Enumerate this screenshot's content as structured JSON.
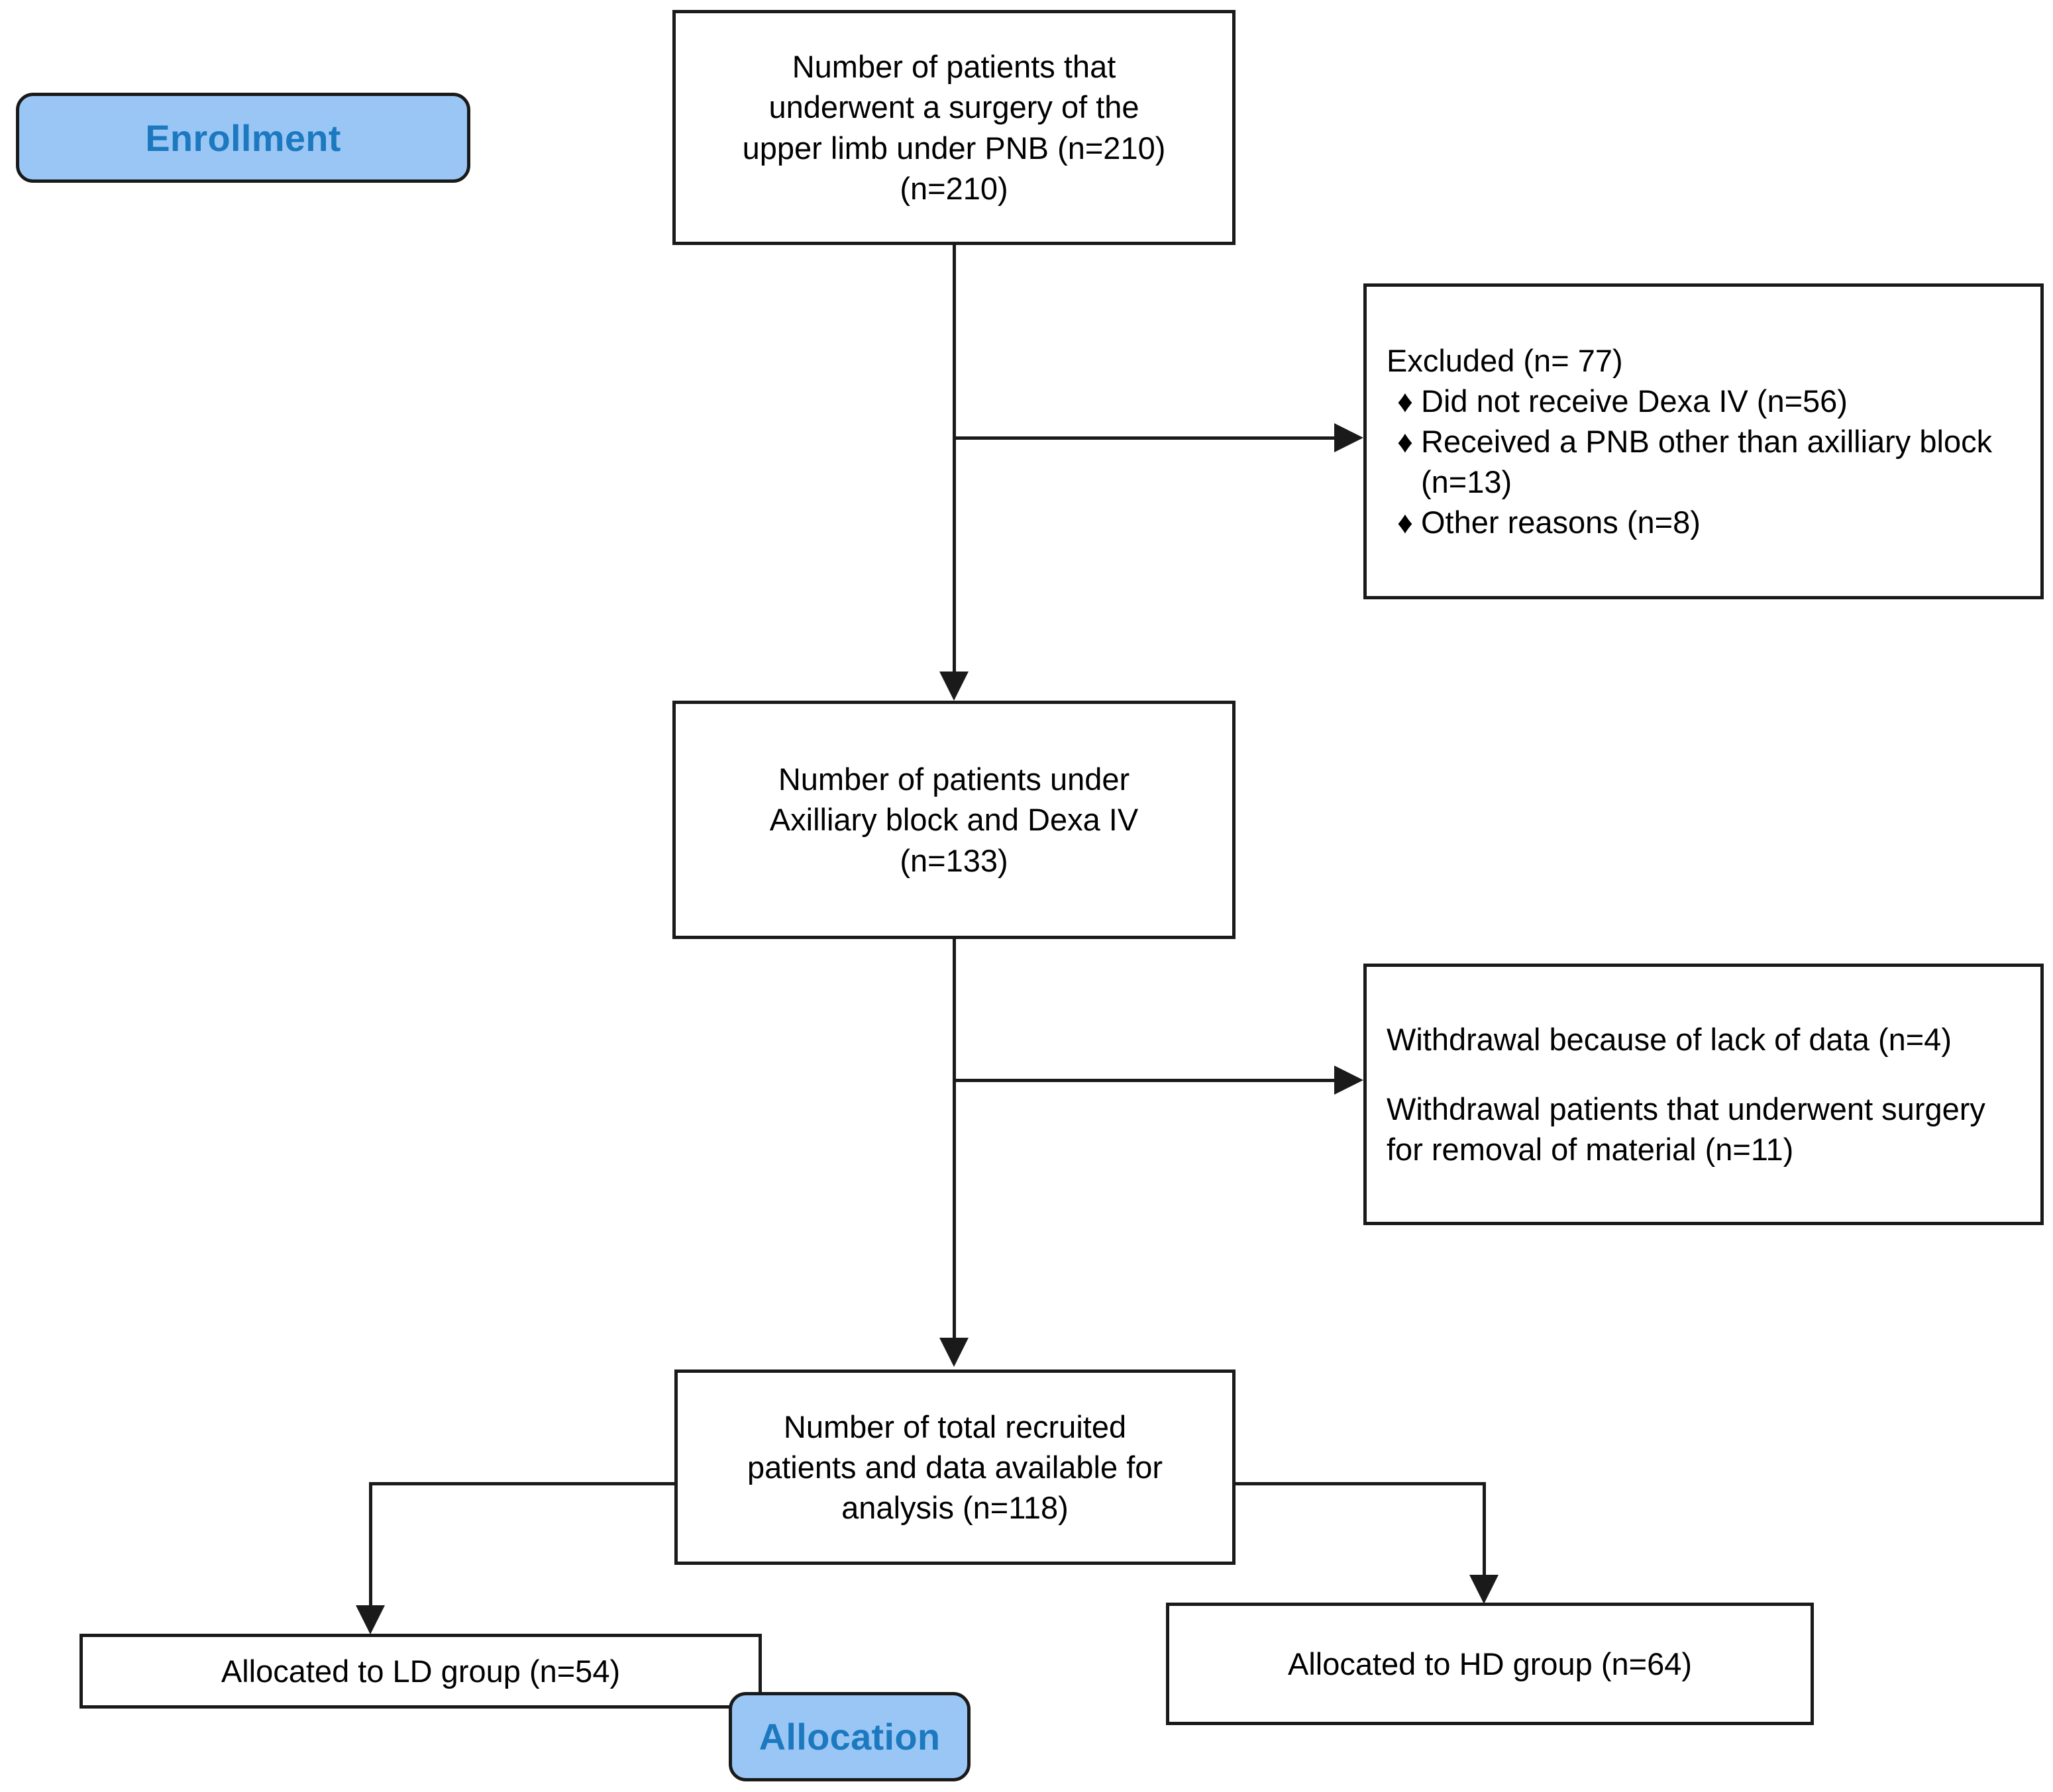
{
  "diagram": {
    "title": "CONSORT patient flow diagram",
    "accent_blue_fill": "#9ac6f5",
    "accent_blue_text": "#1c79bf",
    "line_color": "#1a1a1a"
  },
  "stages": {
    "enrollment": "Enrollment",
    "allocation": "Allocation"
  },
  "boxes": {
    "screened": {
      "line1": "Number of patients that",
      "line2": "underwent a surgery of the",
      "line3": "upper limb under PNB (n=210)",
      "line4": "(n=210)"
    },
    "excluded": {
      "heading": "Excluded (n= 77)",
      "items": [
        "Did not receive Dexa IV (n=56)",
        "Received a PNB other than axilliary block (n=13)",
        "Other reasons (n=8)"
      ],
      "bullet_glyph": "♦"
    },
    "eligible": {
      "line1": "Number of patients under",
      "line2": "Axilliary block and Dexa IV",
      "line3": "(n=133)"
    },
    "withdrawal": {
      "para1": "Withdrawal because of lack of data (n=4)",
      "para2": "Withdrawal patients that underwent surgery for removal of material (n=11)"
    },
    "analysis": {
      "line1": "Number of total recruited",
      "line2": "patients and data available for",
      "line3": "analysis (n=118)"
    },
    "ld_group": "Allocated to LD group (n=54)",
    "hd_group": "Allocated to HD group (n=64)"
  }
}
